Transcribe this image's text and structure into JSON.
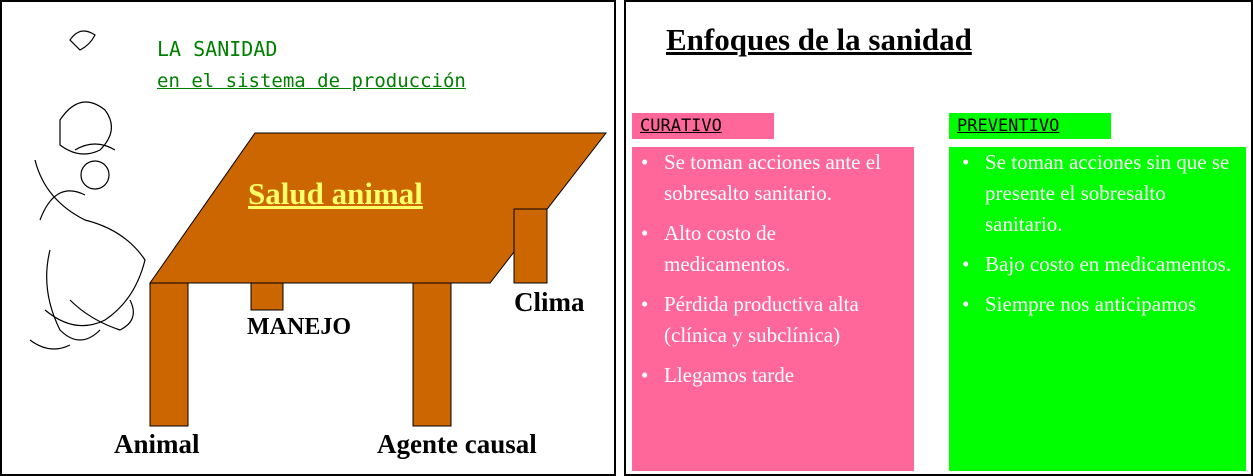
{
  "left": {
    "title_line1": "LA SANIDAD",
    "title_line2": "en el sistema de producción",
    "table_title": "Salud animal",
    "labels": {
      "clima": "Clima",
      "manejo": "MANEJO",
      "animal": "Animal",
      "agente": "Agente causal"
    },
    "colors": {
      "table": "#CC6600",
      "title_green": "#008000",
      "table_title": "#FFFF66"
    }
  },
  "right": {
    "title": "Enfoques de la sanidad",
    "curativo": {
      "label": "CURATIVO",
      "color": "#FF6699",
      "items": [
        "Se toman acciones ante el sobresalto sanitario.",
        "Alto costo de medicamentos.",
        "Pérdida productiva alta (clínica y subclínica)",
        "Llegamos tarde"
      ]
    },
    "preventivo": {
      "label": "PREVENTIVO",
      "color": "#00FF00",
      "items": [
        "Se toman acciones sin que se presente el sobresalto sanitario.",
        "Bajo costo en medicamentos.",
        "Siempre  nos anticipamos"
      ]
    }
  }
}
